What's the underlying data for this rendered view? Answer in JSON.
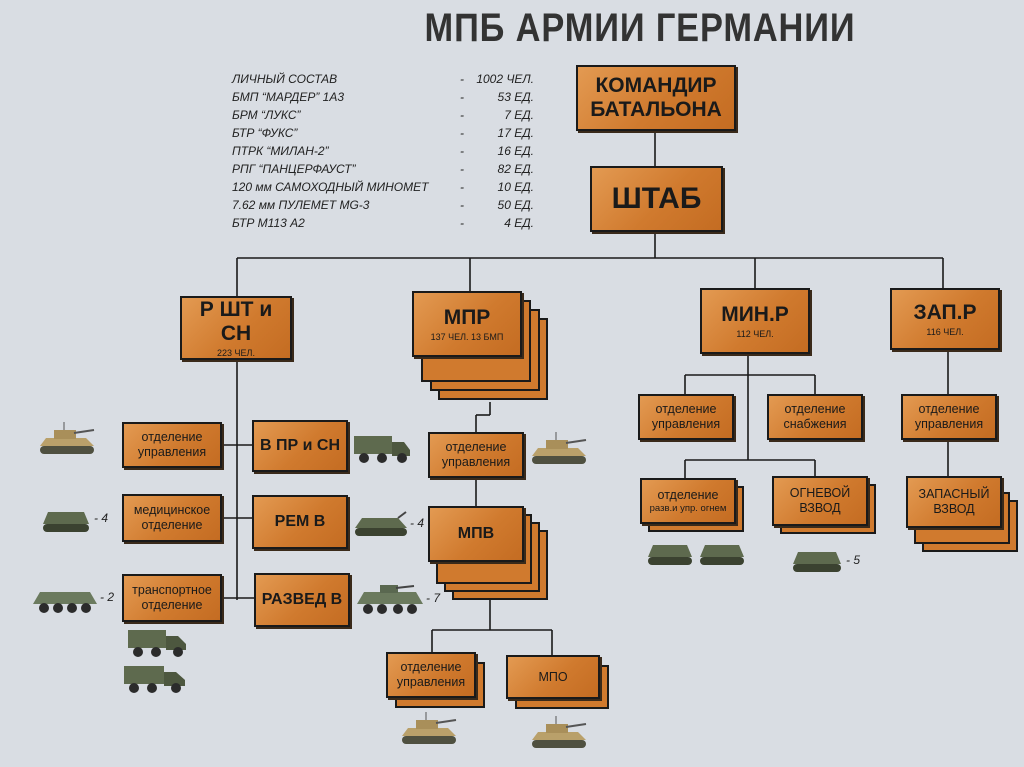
{
  "title": "МПБ АРМИИ ГЕРМАНИИ",
  "stats": [
    {
      "name": "ЛИЧНЫЙ СОСТАВ",
      "value": "1002 ЧЕЛ."
    },
    {
      "name": "БМП “МАРДЕР” 1А3",
      "value": "53 ЕД."
    },
    {
      "name": "БРМ “ЛУКС”",
      "value": "7 ЕД."
    },
    {
      "name": "БТР “ФУКС”",
      "value": "17 ЕД."
    },
    {
      "name": "ПТРК “МИЛАН-2”",
      "value": "16 ЕД."
    },
    {
      "name": "РПГ “ПАНЦЕРФАУСТ”",
      "value": "82 ЕД."
    },
    {
      "name": "120 мм САМОХОДНЫЙ МИНОМЕТ",
      "value": "10 ЕД."
    },
    {
      "name": "7.62 мм ПУЛЕМЕТ MG-3",
      "value": "50 ЕД."
    },
    {
      "name": "БТР М113 А2",
      "value": "4 ЕД."
    }
  ],
  "units": {
    "commander": {
      "line1": "КОМАНДИР",
      "line2": "БАТАЛЬОНА"
    },
    "hq": "ШТАБ",
    "r_sht": {
      "name": "Р ШТ и СН",
      "sub": "223 ЧЕЛ."
    },
    "mpr": {
      "name": "МПР",
      "sub": "137 ЧЕЛ. 13 БМП"
    },
    "min_r": {
      "name": "МИН.Р",
      "sub": "112 ЧЕЛ."
    },
    "zap_r": {
      "name": "ЗАП.Р",
      "sub": "116 ЧЕЛ."
    },
    "otd_upr_1": {
      "line1": "отделение",
      "line2": "управления"
    },
    "med_otd": {
      "line1": "медицинское",
      "line2": "отделение"
    },
    "transp_otd": {
      "line1": "транспортное",
      "line2": "отделение"
    },
    "v_pr": "В ПР и СН",
    "rem_v": "РЕМ В",
    "razved_v": "РАЗВЕД В",
    "otd_upr_mpr": {
      "line1": "отделение",
      "line2": "управления"
    },
    "mpv": "МПВ",
    "otd_upr_mpv": {
      "line1": "отделение",
      "line2": "управления"
    },
    "mpo": "МПО",
    "otd_upr_min": {
      "line1": "отделение",
      "line2": "управления"
    },
    "otd_snab": {
      "line1": "отделение",
      "line2": "снабжения"
    },
    "otd_razv": {
      "line1": "отделение",
      "line2": "разв.и упр. огнем"
    },
    "ognevoy": {
      "line1": "ОГНЕВОЙ",
      "line2": "ВЗВОД"
    },
    "otd_upr_zap": {
      "line1": "отделение",
      "line2": "управления"
    },
    "zapasny": {
      "line1": "ЗАПАСНЫЙ",
      "line2": "ВЗВОД"
    }
  },
  "counts": {
    "med": "- 4",
    "transp": "- 2",
    "rem": "- 4",
    "razved": "- 7",
    "ognevoy": "- 5"
  },
  "colors": {
    "box": "#d07a2e",
    "background": "#d9dde3",
    "vehicle": "#5e6a4e"
  }
}
